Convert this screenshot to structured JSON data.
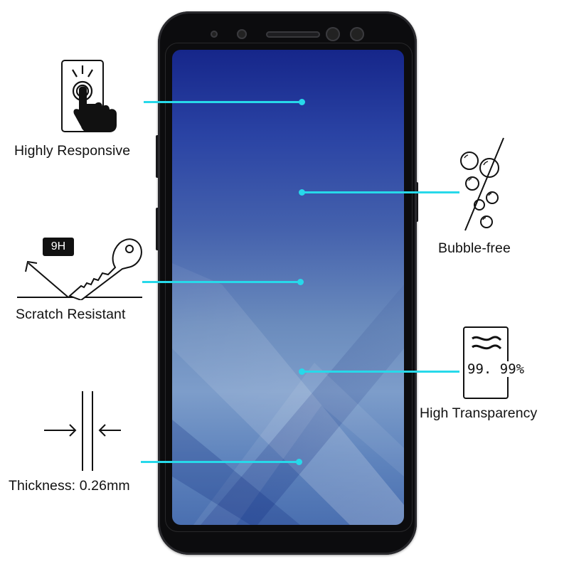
{
  "features": {
    "highly_responsive": "Highly Responsive",
    "scratch_resistant": "Scratch Resistant",
    "thickness": "Thickness: 0.26mm",
    "bubble_free": "Bubble-free",
    "high_transparency": "High Transparency"
  },
  "badges": {
    "hardness": "9H",
    "transparency_value": "99. 99%"
  },
  "colors": {
    "accent_line": "#27d9ea",
    "phone_body": "#0c0c0e",
    "screen_top": "#16268a",
    "screen_mid": "#7d9dca"
  },
  "icons": [
    "touch-icon",
    "key-scratch-icon",
    "thickness-icon",
    "bubbles-icon",
    "transparency-icon"
  ]
}
